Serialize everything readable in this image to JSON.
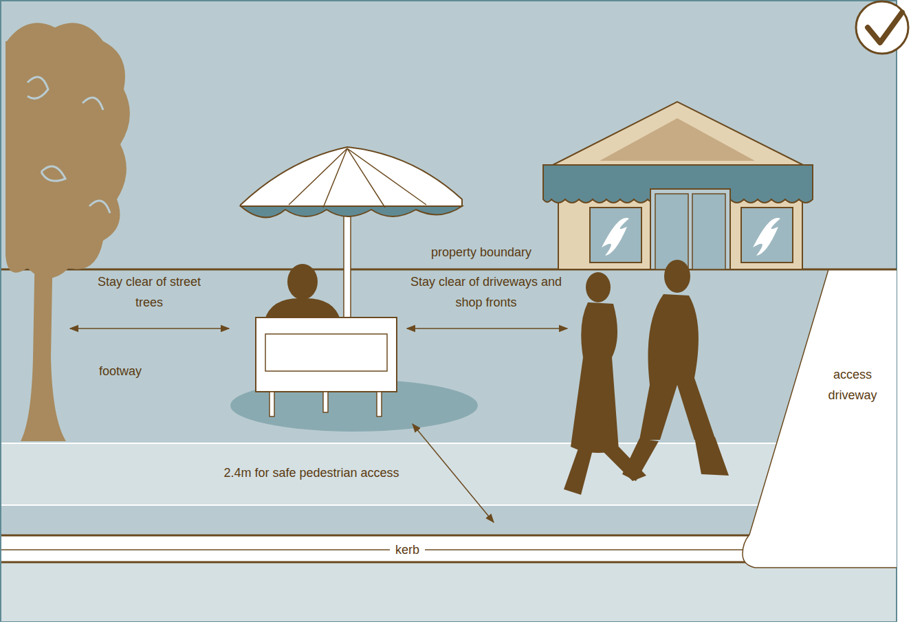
{
  "diagram": {
    "labels": [
      "property boundary",
      "Stay clear of street trees",
      "Stay clear of driveways and shop fronts",
      "footway",
      "2.4m for safe pedestrian access",
      "access driveway",
      "kerb"
    ]
  }
}
